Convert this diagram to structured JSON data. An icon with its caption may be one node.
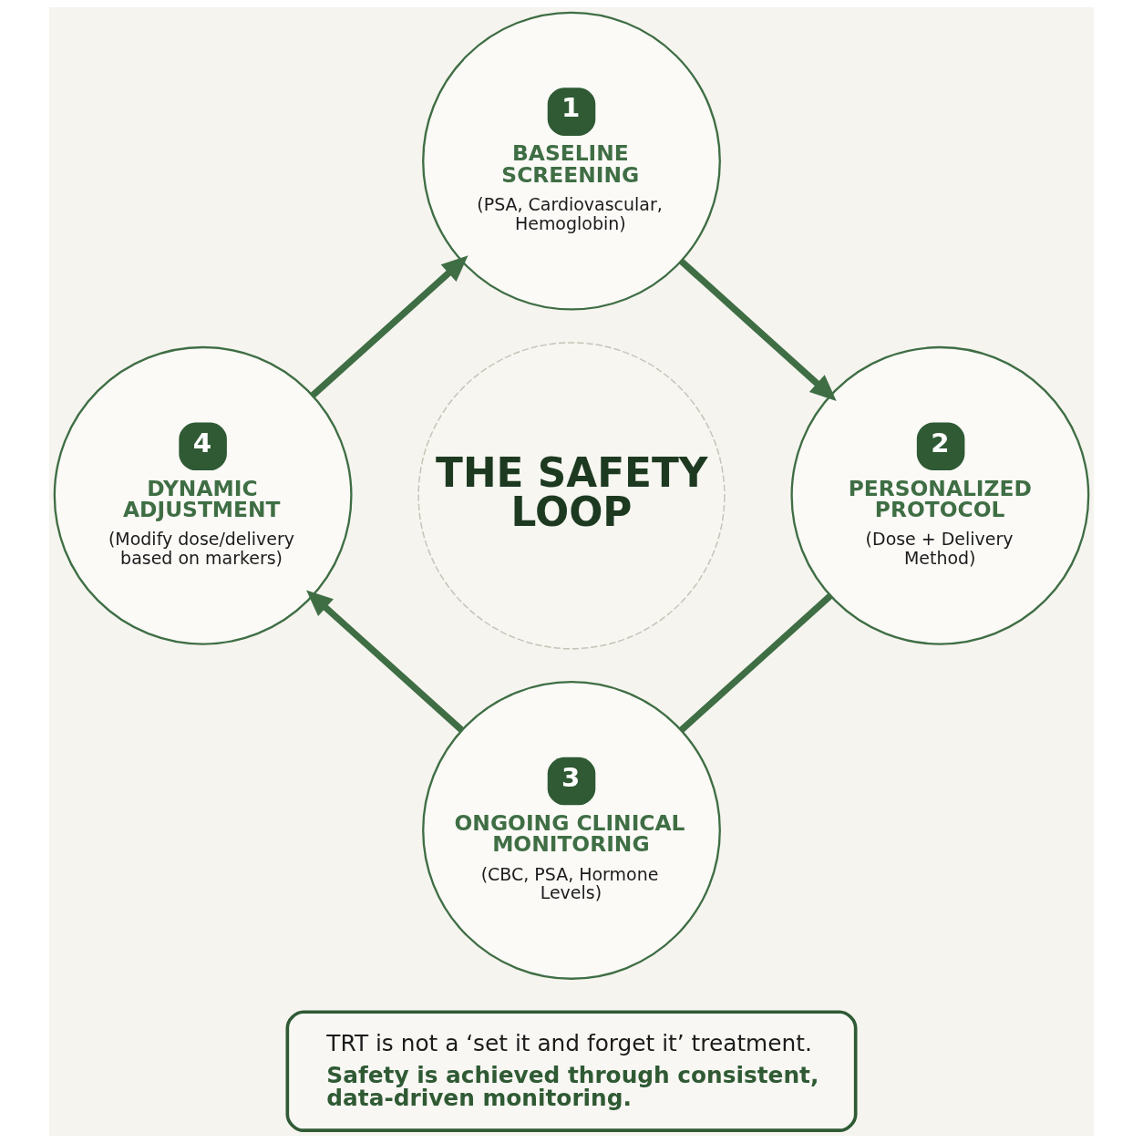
{
  "diagram": {
    "nodes": [
      {
        "text": [
          "1",
          "BASELINE SCREENING",
          "(PSA, Cardiovascular, Hemoglobin)"
        ]
      },
      {
        "text": [
          "2",
          "PERSONALIZED PROTOCOL",
          "(Dose + Delivery Method)"
        ]
      },
      {
        "text": [
          "3",
          "ONGOING CLINICAL MONITORING",
          "(CBC, PSA, Hormone Levels)"
        ]
      },
      {
        "text": [
          "4",
          "DYNAMIC ADJUSTMENT",
          "(Modify dose/delivery based on markers)"
        ]
      },
      {
        "text": [
          "THE SAFETY LOOP"
        ]
      },
      {
        "text": [
          "TRT is not a ‘set it and forget it’ treatment.",
          "Safety is achieved through consistent, data-driven monitoring."
        ]
      }
    ],
    "edges": [
      {
        "from": 0,
        "to": 1,
        "arrow": "to"
      },
      {
        "from": 1,
        "to": 2,
        "arrow": "none"
      },
      {
        "from": 2,
        "to": 3,
        "arrow": "to"
      },
      {
        "from": 3,
        "to": 0,
        "arrow": "to"
      }
    ]
  }
}
